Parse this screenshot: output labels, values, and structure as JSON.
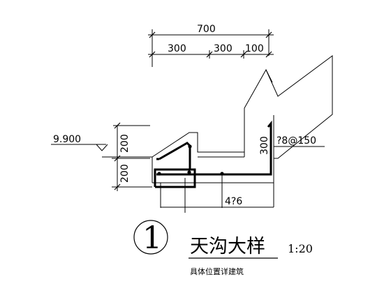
{
  "dimensions": {
    "total_width": "700",
    "seg_1": "300",
    "seg_2": "300",
    "seg_3": "100",
    "height_upper": "200",
    "height_lower": "200",
    "wall_height": "300"
  },
  "elevation": "9.900",
  "rebar_labels": {
    "stirrup": "?8@150",
    "longitudinal": "4?6"
  },
  "detail": {
    "number": "1",
    "title": "天沟大样",
    "scale": "1:20",
    "note": "具体位置详建筑"
  }
}
